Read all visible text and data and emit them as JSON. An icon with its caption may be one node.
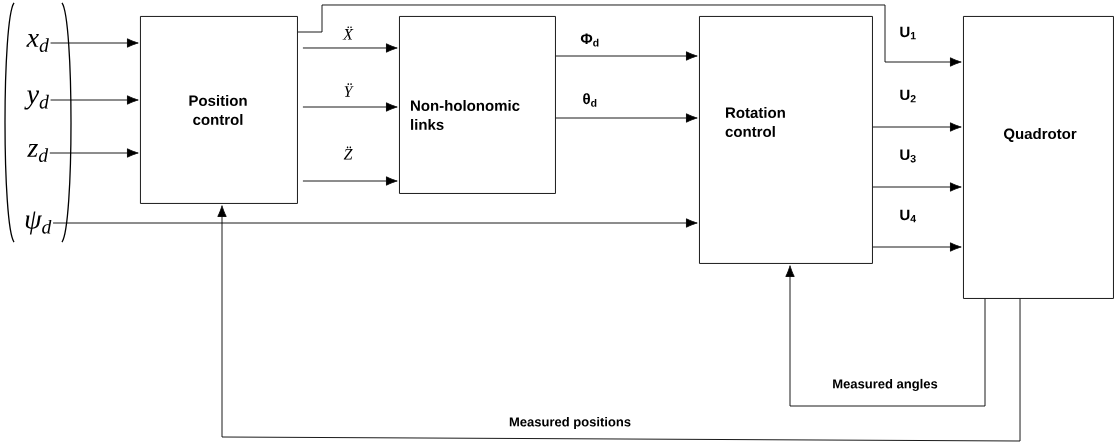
{
  "diagram": {
    "nodes": [
      {
        "text": [
          "Position control"
        ]
      },
      {
        "text": [
          "Non-holonomic links"
        ]
      },
      {
        "text": [
          "Rotation control"
        ]
      },
      {
        "text": [
          "Quadrotor"
        ]
      },
      {
        "text": [
          "x$_{d}$"
        ]
      },
      {
        "text": [
          "y$_{d}$"
        ]
      },
      {
        "text": [
          "z$_{d}$"
        ]
      },
      {
        "text": [
          "ψ$_{d}$"
        ]
      }
    ],
    "edges": [
      {
        "from": 4,
        "to": 0,
        "arrow": "to"
      },
      {
        "from": 5,
        "to": 0,
        "arrow": "to"
      },
      {
        "from": 6,
        "to": 0,
        "arrow": "to"
      },
      {
        "from": 7,
        "to": 2,
        "arrow": "to"
      },
      {
        "from": 0,
        "to": 1,
        "arrow": "to",
        "label": "Ẍ"
      },
      {
        "from": 0,
        "to": 1,
        "arrow": "to",
        "label": "Ÿ"
      },
      {
        "from": 0,
        "to": 1,
        "arrow": "to",
        "label": "Z̈"
      },
      {
        "from": 0,
        "to": 3,
        "arrow": "to",
        "label": "U$_{1}$"
      },
      {
        "from": 1,
        "to": 2,
        "arrow": "to",
        "label": "Φ$_{d}$"
      },
      {
        "from": 1,
        "to": 2,
        "arrow": "to",
        "label": "θ$_{d}$"
      },
      {
        "from": 2,
        "to": 3,
        "arrow": "to",
        "label": "U$_{2}$"
      },
      {
        "from": 2,
        "to": 3,
        "arrow": "to",
        "label": "U$_{3}$"
      },
      {
        "from": 2,
        "to": 3,
        "arrow": "to",
        "label": "U$_{4}$"
      },
      {
        "from": 3,
        "to": 2,
        "arrow": "to",
        "label": "Measured angles"
      },
      {
        "from": 3,
        "to": 0,
        "arrow": "to",
        "label": "Measured positions"
      }
    ]
  }
}
